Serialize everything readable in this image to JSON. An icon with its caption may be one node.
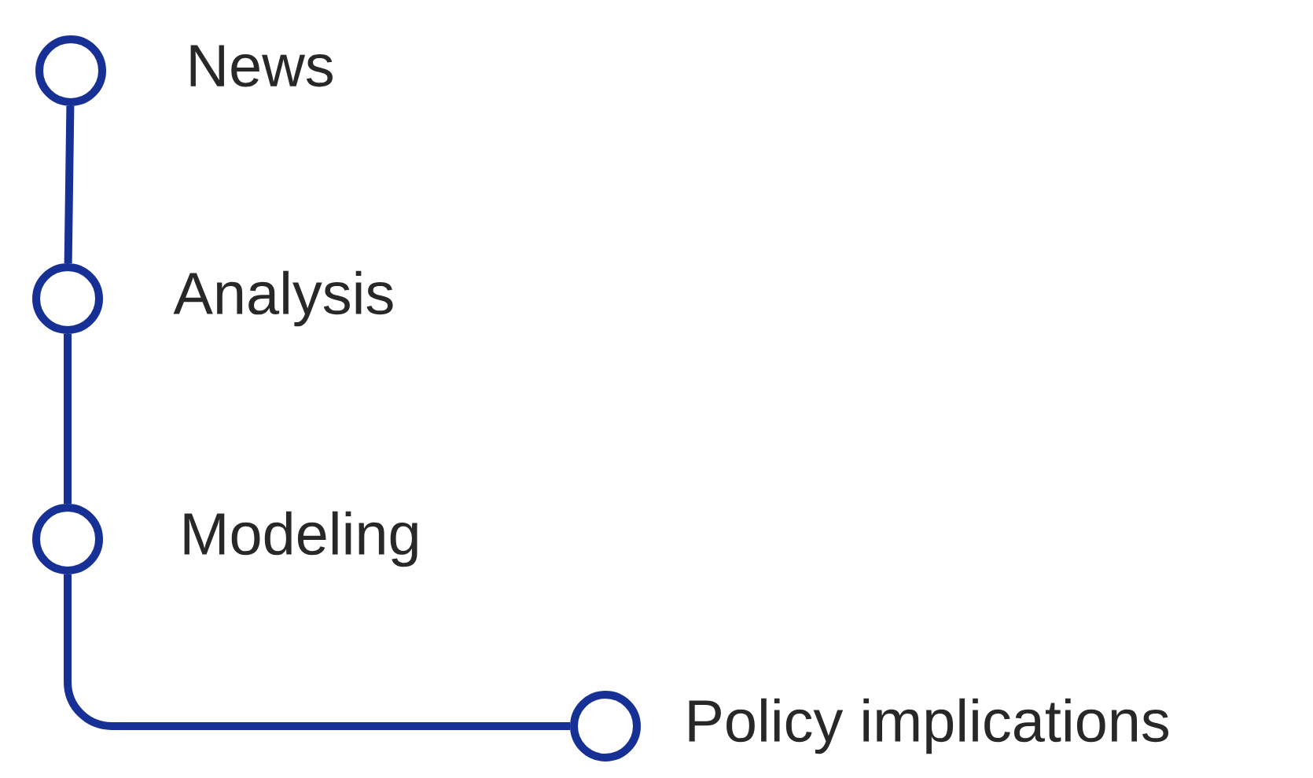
{
  "diagram": {
    "nodes": [
      {
        "text": [],
        "shape": "circle",
        "beside": [
          "News"
        ]
      },
      {
        "text": [],
        "shape": "circle",
        "beside": [
          "Analysis"
        ]
      },
      {
        "text": [],
        "shape": "circle",
        "beside": [
          "Modeling"
        ]
      },
      {
        "text": [],
        "shape": "circle",
        "beside": [
          "Policy implications"
        ]
      }
    ],
    "edges": [
      {
        "from": 0,
        "to": 1,
        "arrow": "none"
      },
      {
        "from": 1,
        "to": 2,
        "arrow": "none"
      },
      {
        "from": 2,
        "to": 3,
        "arrow": "none"
      }
    ]
  }
}
